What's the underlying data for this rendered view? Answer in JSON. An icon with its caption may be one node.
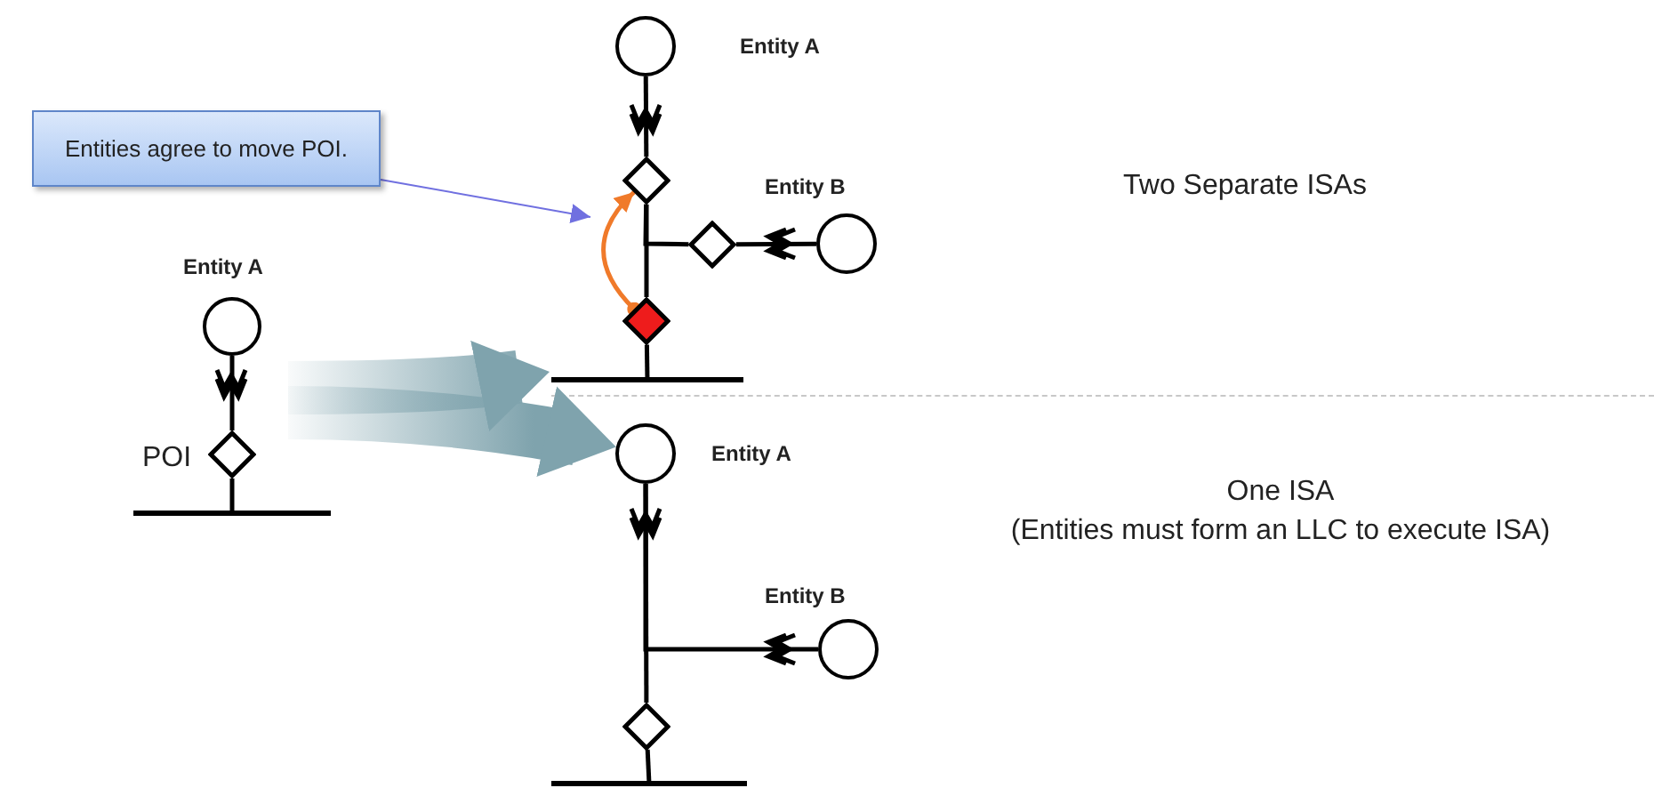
{
  "diagram": {
    "nodes": [
      {
        "text": [],
        "shape": "circle",
        "beside": [
          "Entity A"
        ]
      },
      {
        "text": [],
        "shape": "diamond",
        "beside": [
          "POI"
        ]
      },
      {
        "text": [],
        "shape": "bar"
      },
      {
        "text": [
          "Entities agree to move POI."
        ]
      },
      {
        "text": [],
        "shape": "circle",
        "beside": [
          "Entity A"
        ]
      },
      {
        "text": [],
        "shape": "diamond"
      },
      {
        "text": [],
        "shape": "diamond"
      },
      {
        "text": [],
        "shape": "circle",
        "beside": [
          "Entity B"
        ]
      },
      {
        "text": [],
        "shape": "diamond"
      },
      {
        "text": [],
        "shape": "bar"
      },
      {
        "text": [],
        "shape": "circle",
        "beside": [
          "Entity A"
        ]
      },
      {
        "text": [],
        "shape": "circle",
        "beside": [
          "Entity B"
        ]
      },
      {
        "text": [],
        "shape": "diamond"
      },
      {
        "text": [],
        "shape": "bar"
      }
    ],
    "edges": [
      {
        "from": 0,
        "to": 1,
        "arrow": "none"
      },
      {
        "from": 1,
        "to": 2,
        "arrow": "none"
      },
      {
        "from": 4,
        "to": 5,
        "arrow": "none"
      },
      {
        "from": 5,
        "to": 8,
        "arrow": "none"
      },
      {
        "from": 5,
        "to": 6,
        "arrow": "none"
      },
      {
        "from": 6,
        "to": 7,
        "arrow": "none"
      },
      {
        "from": 8,
        "to": 9,
        "arrow": "none"
      },
      {
        "from": 8,
        "to": 5,
        "arrow": "to",
        "color": "#f07a2a"
      },
      {
        "from": 3,
        "to": null,
        "arrow": "to",
        "color": "#7070e0"
      },
      {
        "from": 10,
        "to": 12,
        "arrow": "none"
      },
      {
        "from": 10,
        "to": 11,
        "arrow": "none"
      },
      {
        "from": 12,
        "to": 13,
        "arrow": "none"
      },
      {
        "from": null,
        "to": 9,
        "arrow": "to",
        "style": "thick",
        "color": "#7fa3ad"
      },
      {
        "from": null,
        "to": 10,
        "arrow": "to",
        "style": "thick",
        "color": "#7fa3ad"
      }
    ],
    "labels": [
      "Two Separate ISAs",
      "One ISA",
      "(Entities must form an LLC to execute ISA)"
    ]
  }
}
